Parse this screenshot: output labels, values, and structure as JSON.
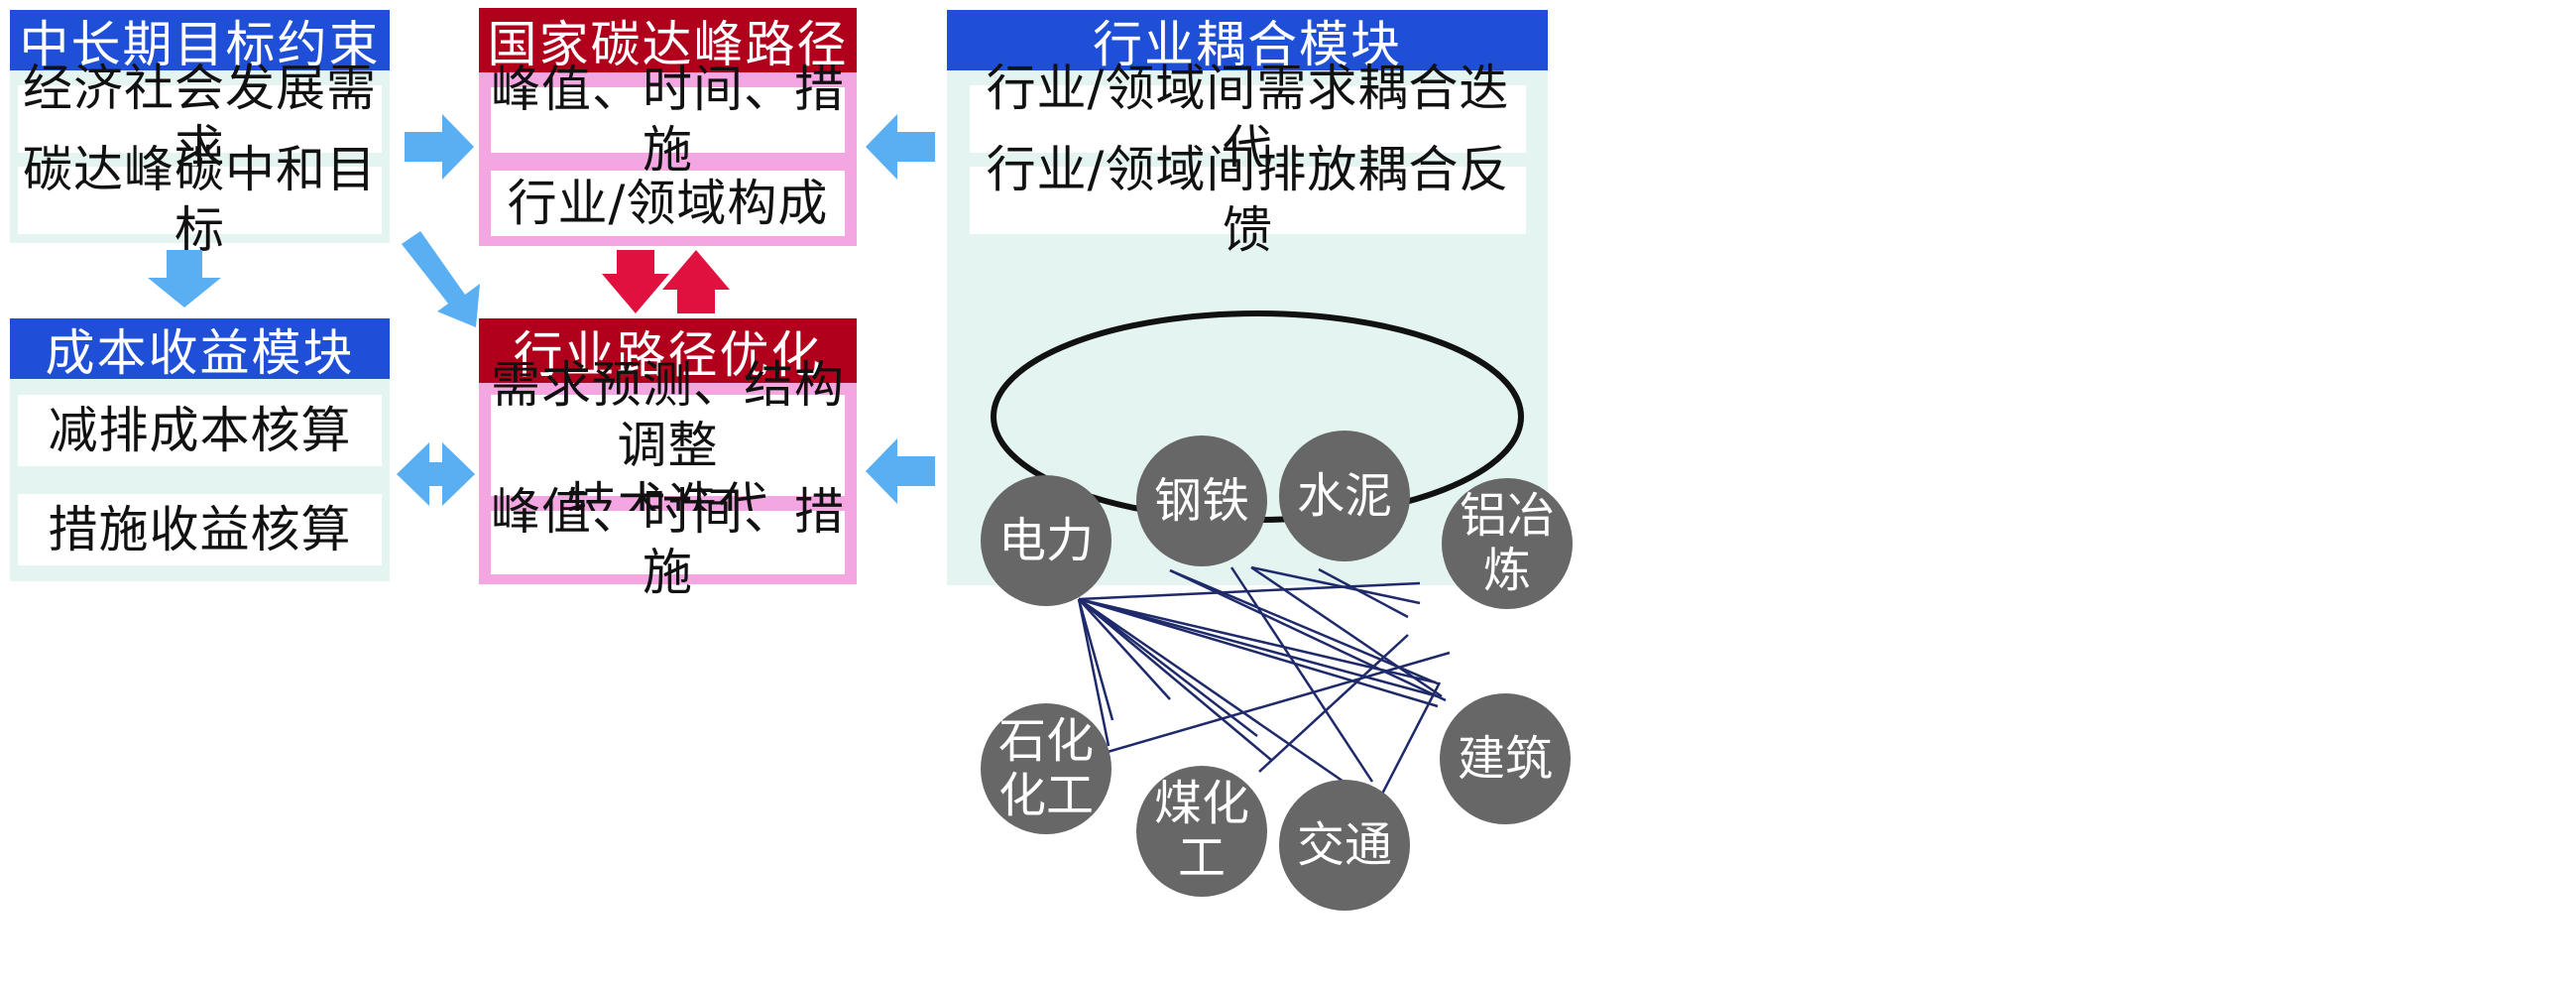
{
  "left": {
    "targets": {
      "header": "中长期目标约束",
      "items": [
        "经济社会发展需求",
        "碳达峰碳中和目标"
      ]
    },
    "cost": {
      "header": "成本收益模块",
      "items": [
        "减排成本核算",
        "措施收益核算"
      ]
    }
  },
  "middle": {
    "national": {
      "header": "国家碳达峰路径",
      "items": [
        "峰值、时间、措施",
        "行业/领域构成"
      ]
    },
    "industry": {
      "header": "行业路径优化",
      "items": [
        "需求预测、结构调整\n技术迭代",
        "峰值、时间、措施"
      ]
    }
  },
  "right": {
    "coupling": {
      "header": "行业耦合模块",
      "items": [
        "行业/领域间需求耦合迭代",
        "行业/领域间排放耦合反馈"
      ],
      "nodes": [
        "电力",
        "钢铁",
        "水泥",
        "铝冶\n炼",
        "建筑",
        "交通",
        "煤化\n工",
        "石化\n化工"
      ]
    }
  },
  "colors": {
    "header_blue": "#1e4fd6",
    "header_red": "#b0001b",
    "panel_cyan": "#e4f5f1",
    "panel_pink": "#f4a6e3",
    "arrow_blue": "#5aaef2",
    "arrow_red": "#e0113f",
    "node_gray": "#676767",
    "link_navy": "#1f2a6b"
  }
}
